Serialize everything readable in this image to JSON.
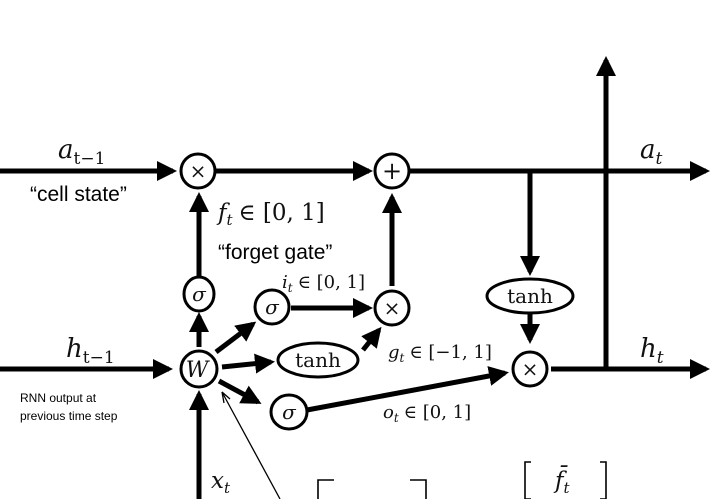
{
  "nodes": {
    "mult_forget": "×",
    "plus": "+",
    "mult_input": "×",
    "mult_output": "×",
    "sigma_forget": "σ",
    "sigma_input": "σ",
    "sigma_output": "σ",
    "tanh_candidate": "tanh",
    "tanh_cell": "tanh",
    "weights": "W"
  },
  "labels": {
    "a_prev_base": "a",
    "a_prev_sub": "t−1",
    "cell_state": "“cell state”",
    "f_t": "f",
    "f_t_sub": "t",
    "f_t_range": "∈ [0, 1]",
    "forget_gate": "“forget gate”",
    "i_t": "i",
    "i_t_sub": "t",
    "i_t_range": "∈ [0, 1]",
    "g_t": "g",
    "g_t_sub": "t",
    "g_t_range": "∈ [−1, 1]",
    "o_t": "o",
    "o_t_sub": "t",
    "o_t_range": "∈ [0, 1]",
    "h_prev_base": "h",
    "h_prev_sub": "t−1",
    "rnn_output_line1": "RNN output at",
    "rnn_output_line2": "previous time step",
    "x_t": "x",
    "x_t_sub": "t",
    "a_t": "a",
    "a_t_sub": "t",
    "h_t": "h",
    "h_t_sub": "t",
    "vector_top": "f̄",
    "vector_top_sub": "t"
  }
}
